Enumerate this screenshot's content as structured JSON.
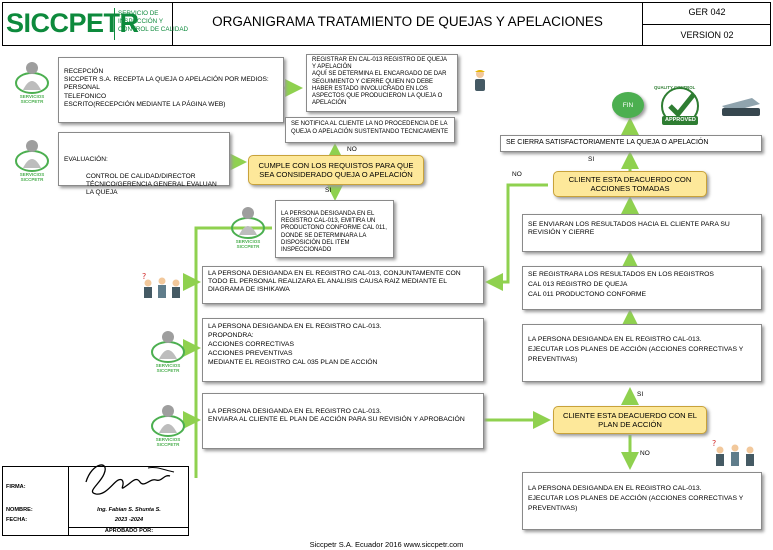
{
  "header": {
    "logo": "SICCPETR",
    "logo_sub": "SERVICIO DE\nINSPECCIÓN Y\nCONTROL DE CALIDAD",
    "title": "ORGANIGRAMA TRATAMIENTO DE QUEJAS Y APELACIONES",
    "code": "GER 042",
    "version": "VERSION 02"
  },
  "nodes": {
    "recepcion": "RECEPCIÓN\nSICCPETR S.A. RECEPTA LA QUEJA O APELACIÓN POR MEDIOS:\nPERSONAL\nTELEFONICO\nESCRITO(RECEPCIÓN MEDIANTE LA PÁGINA WEB)",
    "registrar": "REGISTRAR EN CAL-013 REGISTRO DE QUEJA Y APELACIÓN\nAQUÍ SE DETERMINA EL ENCARGADO DE DAR SEGUIMIENTO Y CIERRE QUIEN NO DEBE HABER ESTADO INVOLUCRADO EN LOS ASPECTOS QUE PRODUCIERON LA QUEJA O APELACIÓN",
    "notifica": "SE NOTIFICA AL CLIENTE LA NO PROCEDENCIA DE LA QUEJA O APELACIÓN SUSTENTANDO TECNICAMENTE",
    "evaluacion_title": "EVALUACIÓN:",
    "evaluacion_body": "CONTROL DE CALIDAD/DIRECTOR TÉCNICO/GERENCIA GENERAL EVALUAN LA QUEJA",
    "cumple": "CUMPLE CON LOS REQUISTOS PARA QUE SEA CONSIDERADO QUEJA O APELACIÓN",
    "emitira": "LA PERSONA DESIGANDA EN EL REGISTRO CAL-013, EMITIRA UN PRODUCTONO CONFORME CAL 011, DONDE SE DETERMINARA LA DISPOSICIÓN DEL ITEM INSPECCIONADO",
    "analisis": "LA PERSONA DESIGANDA EN EL REGISTRO CAL-013, CONJUNTAMENTE CON TODO EL PERSONAL REALIZARA EL ANALISIS CAUSA   RAIZ MEDIANTE EL DIAGRAMA DE ISHIKAWA",
    "propondra": "LA PERSONA DESIGANDA EN EL REGISTRO CAL-013.\nPROPONDRA:\nACCIONES CORRECTIVAS\nACCIONES PREVENTIVAS\nMEDIANTE EL REGISTRO CAL 035 PLAN DE ACCIÓN",
    "enviara": "LA PERSONA DESIGANDA EN EL REGISTRO CAL-013.\nENVIARA AL CLIENTE EL PLAN DE ACCIÓN PARA SU REVISIÓN Y APROBACIÓN",
    "fin": "FIN",
    "cierra": "SE CIERRA SATISFACTORIAMENTE LA QUEJA O APELACIÓN",
    "cliente_acciones": "CLIENTE ESTA DEACUERDO CON ACCIONES TOMADAS",
    "enviaran": "SE ENVIARAN LOS RESULTADOS HACIA EL CLIENTE PARA SU REVISIÓN Y CIERRE",
    "registrara": "SE REGISTRARA LOS RESULTADOS EN LOS REGISTROS\nCAL 013 REGISTRO DE QUEJA\nCAL 011 PRODUCTONO CONFORME",
    "ejecutar1": "LA PERSONA DESIGANDA EN EL REGISTRO CAL-013.\nEJECUTAR LOS PLANES DE ACCIÓN (ACCIONES CORRECTIVAS Y PREVENTIVAS)",
    "cliente_plan": "CLIENTE ESTA DEACUERDO CON EL PLAN DE ACCIÓN",
    "ejecutar2": "LA PERSONA DESIGANDA EN EL REGISTRO CAL-013.\nEJECUTAR LOS PLANES DE ACCIÓN (ACCIONES CORRECTIVAS Y PREVENTIVAS)"
  },
  "labels": {
    "no": "NO",
    "si": "SI"
  },
  "badge": {
    "quality": "QUALITY CONTROL",
    "approved": "APPROVED"
  },
  "person_caption": "SERVICIOS\nSICCPETR",
  "signature": {
    "firma": "FIRMA:",
    "nombre": "NOMBRE:",
    "fecha": "FECHA:",
    "name_value": "Ing. Fabian S. Shunta S.",
    "date_value": "2023 -2024",
    "aprobado": "APROBADO POR:"
  },
  "footer": "Siccpetr S.A. Ecuador 2016 www.siccpetr.com",
  "colors": {
    "accent": "#4caf50",
    "decision_fill": "#fde89a",
    "connector": "#8fd14f",
    "logo": "#0d8a3c"
  }
}
